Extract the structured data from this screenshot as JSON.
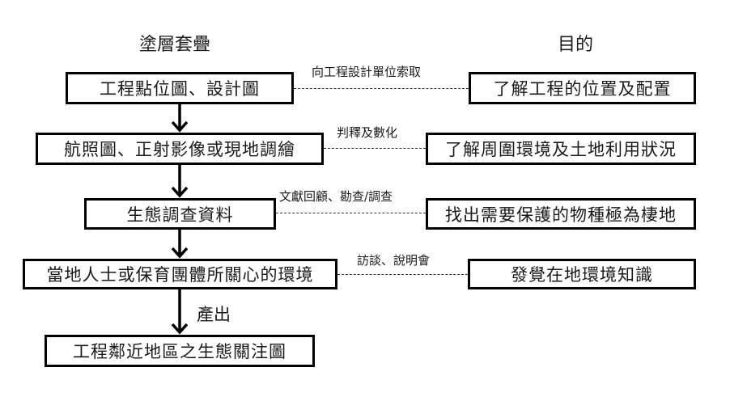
{
  "headings": {
    "left": "塗層套疊",
    "right": "目的"
  },
  "steps": [
    {
      "label": "工程點位圖、設計圖",
      "method": "向工程設計單位索取",
      "purpose": "了解工程的位置及配置"
    },
    {
      "label": "航照圖、正射影像或現地調繪",
      "method": "判釋及數化",
      "purpose": "了解周圍環境及土地利用狀況"
    },
    {
      "label": "生態調查資料",
      "method": "文獻回顧、勘查/調查",
      "purpose": "找出需要保護的物種極為棲地"
    },
    {
      "label": "當地人士或保育團體所關心的環境",
      "method": "訪談、說明會",
      "purpose": "發覺在地環境知識"
    }
  ],
  "output_arrow_label": "產出",
  "output": "工程鄰近地區之生態關注圖"
}
